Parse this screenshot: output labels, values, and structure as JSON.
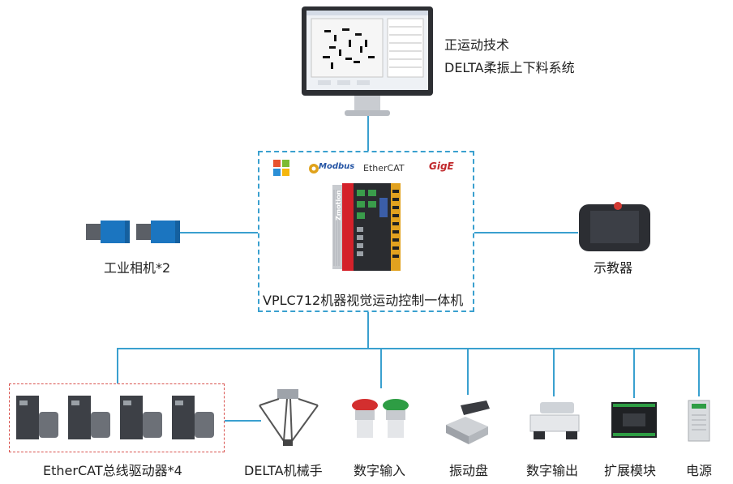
{
  "monitor": {
    "caption_line1": "正运动技术",
    "caption_line2": "DELTA柔振上下料系统"
  },
  "controller": {
    "label": "VPLC712机器视觉运动控制一体机",
    "protocols": [
      "Modbus",
      "EtherCAT",
      "GigE"
    ],
    "brand": "Zmotion"
  },
  "cameras": {
    "label": "工业相机*2"
  },
  "teach_pendant": {
    "label": "示教器"
  },
  "devices": [
    {
      "id": "drives",
      "label": "EtherCAT总线驱动器*4"
    },
    {
      "id": "delta-robot",
      "label": "DELTA机械手"
    },
    {
      "id": "digital-input",
      "label": "数字输入"
    },
    {
      "id": "vibration-plate",
      "label": "振动盘"
    },
    {
      "id": "digital-output",
      "label": "数字输出"
    },
    {
      "id": "expansion-module",
      "label": "扩展模块"
    },
    {
      "id": "power-supply",
      "label": "电源"
    }
  ],
  "colors": {
    "connector": "#3aa0cf",
    "drive_group_border": "#d9534f"
  }
}
